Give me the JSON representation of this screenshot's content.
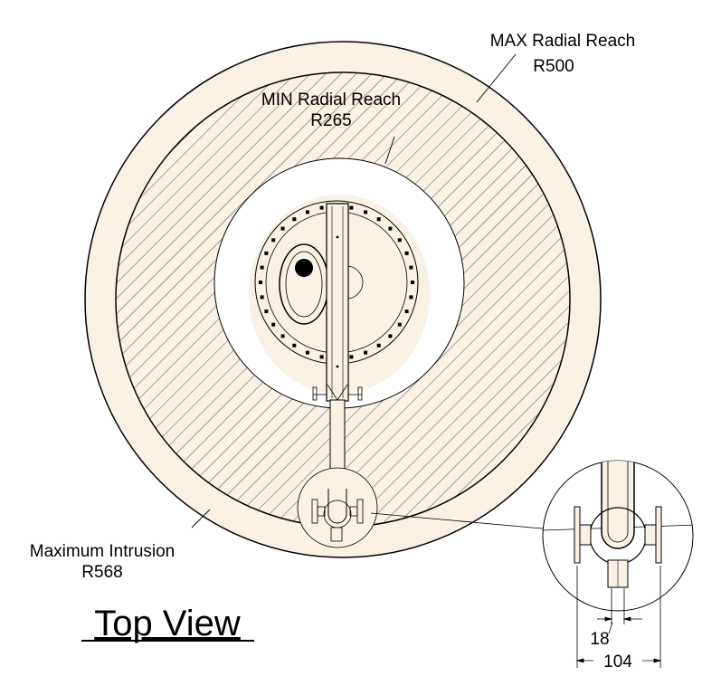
{
  "labels": {
    "max_reach": "MAX Radial Reach",
    "max_reach_value": "R500",
    "min_reach": "MIN Radial Reach",
    "min_reach_value": "R265",
    "intrusion": "Maximum Intrusion",
    "intrusion_value": "R568",
    "view_title": "Top View",
    "detail_dim_small": "18",
    "detail_dim_large": "104"
  },
  "colors": {
    "fill_cream": "#f8f1e4",
    "line": "#000000",
    "hatch": "#333333"
  }
}
